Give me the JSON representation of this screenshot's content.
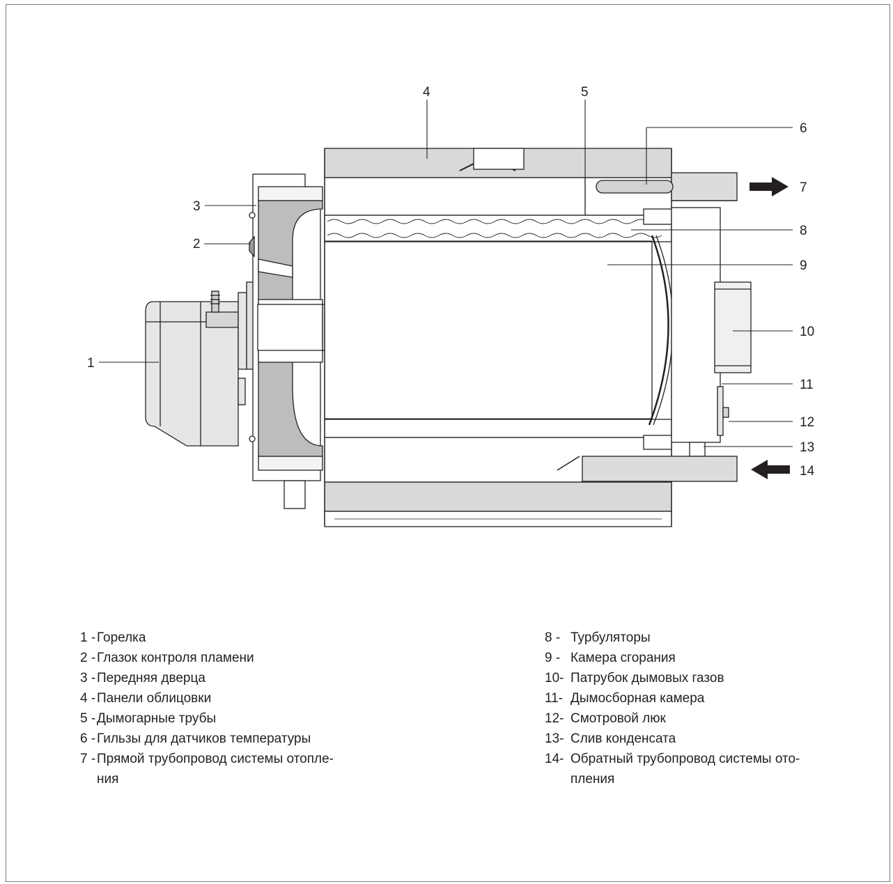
{
  "callouts": [
    "1",
    "2",
    "3",
    "4",
    "5",
    "6",
    "7",
    "8",
    "9",
    "10",
    "11",
    "12",
    "13",
    "14"
  ],
  "legend_left": [
    {
      "num": "1 -",
      "text": "Горелка"
    },
    {
      "num": "2 -",
      "text": "Глазок контроля пламени"
    },
    {
      "num": "3 -",
      "text": "Передняя дверца"
    },
    {
      "num": "4 -",
      "text": "Панели облицовки"
    },
    {
      "num": "5 -",
      "text": "Дымогарные трубы"
    },
    {
      "num": "6 -",
      "text": "Гильзы для датчиков температуры"
    },
    {
      "num": "7 -",
      "text": "Прямой трубопровод системы отопле-"
    },
    {
      "num": "",
      "text": "ния"
    }
  ],
  "legend_right": [
    {
      "num": "8 -",
      "text": "Турбуляторы"
    },
    {
      "num": "9 -",
      "text": "Камера сгорания"
    },
    {
      "num": "10-",
      "text": "Патрубок дымовых газов"
    },
    {
      "num": "11-",
      "text": "Дымосборная камера"
    },
    {
      "num": "12-",
      "text": "Смотровой люк"
    },
    {
      "num": "13-",
      "text": "Слив конденсата"
    },
    {
      "num": "14-",
      "text": "Обратный трубопровод системы ото-"
    },
    {
      "num": "",
      "text": "пления"
    }
  ]
}
